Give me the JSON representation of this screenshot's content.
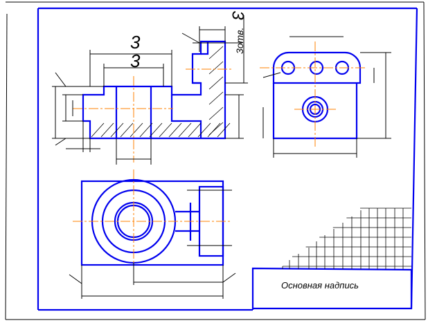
{
  "drawing": {
    "dimension_labels": [
      "3",
      "3"
    ],
    "holes_label": "3отв.",
    "rotated_dimension": "3",
    "title_block_label": "Основная надпись"
  },
  "colors": {
    "outline": "#0000ee",
    "centerline": "#ff8000",
    "dimension": "#000000"
  }
}
